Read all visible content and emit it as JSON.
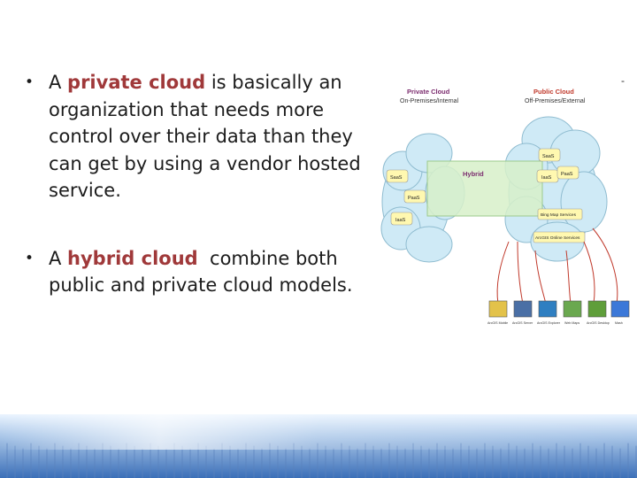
{
  "bullets": [
    {
      "prefix": "A ",
      "highlight": "private cloud",
      "suffix": " is basically an organization that needs more control over their data than they can get by using a vendor hosted service."
    },
    {
      "prefix": "A ",
      "highlight": "hybrid cloud",
      "suffix": "  combine both public and private cloud models."
    }
  ],
  "diagram": {
    "private_title": "Private Cloud",
    "private_subtitle": "On-Premises/Internal",
    "public_title": "Public Cloud",
    "public_subtitle": "Off-Premises/External",
    "hybrid_label": "Hybrid",
    "left_nodes": [
      "SaaS",
      "PaaS",
      "IaaS"
    ],
    "right_nodes": [
      "SaaS",
      "IaaS",
      "PaaS"
    ],
    "services": [
      "Bing Map Services",
      "ArcGIS Online Services"
    ],
    "clients": [
      "ArcGIS Mobile",
      "ArcGIS Server",
      "ArcGIS Explorer",
      "Web Maps",
      "ArcGIS Desktop",
      "Mash"
    ]
  },
  "stray_mark": "-",
  "colors": {
    "highlight": "#a0393a",
    "body_text": "#1c1c1c",
    "private_title": "#7b2c6e",
    "public_title": "#c0392b",
    "cloud_fill": "#cfeaf6",
    "connector": "#c0392b"
  }
}
